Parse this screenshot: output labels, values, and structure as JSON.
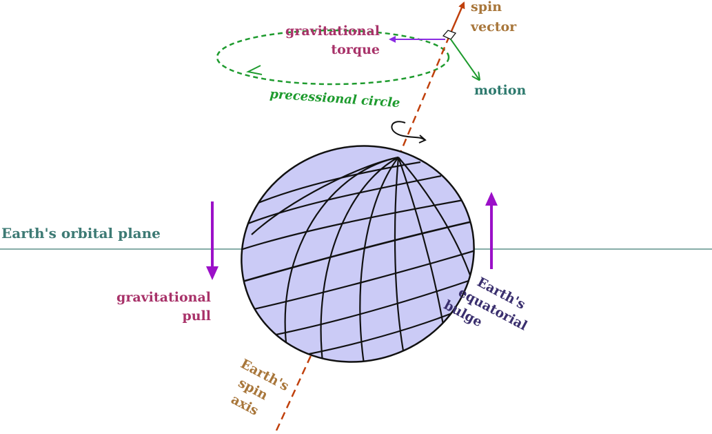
{
  "labels": {
    "spin_vector_line1": "spin",
    "spin_vector_line2": "vector",
    "torque_line1": "gravitational",
    "torque_line2": "torque",
    "precessional_circle": "precessional circle",
    "motion": "motion",
    "orbital_plane": "Earth's orbital plane",
    "pull_line1": "gravitational",
    "pull_line2": "pull",
    "bulge_line1": "Earth's",
    "bulge_line2": "equatorial",
    "bulge_line3": "bulge",
    "axis_line1": "Earth's",
    "axis_line2": "spin",
    "axis_line3": "axis"
  },
  "colors": {
    "background": "#ffffff",
    "spin_axis": "#c0400c",
    "orbital_plane_line": "#3d7a74",
    "orbital_plane_text": "#3d7a74",
    "precession": "#1e9b2e",
    "motion_text": "#2e7a6e",
    "torque_arrow": "#8a2be2",
    "purple_arrows": "#9b10c8",
    "maroon_text": "#a83269",
    "brown_text": "#a8763a",
    "bulge_text": "#3a2f6e",
    "globe_fill": "#cbcbf6",
    "globe_lines": "#111111"
  },
  "icons": [
    "rotation-arrow-icon",
    "right-angle-marker-icon"
  ]
}
